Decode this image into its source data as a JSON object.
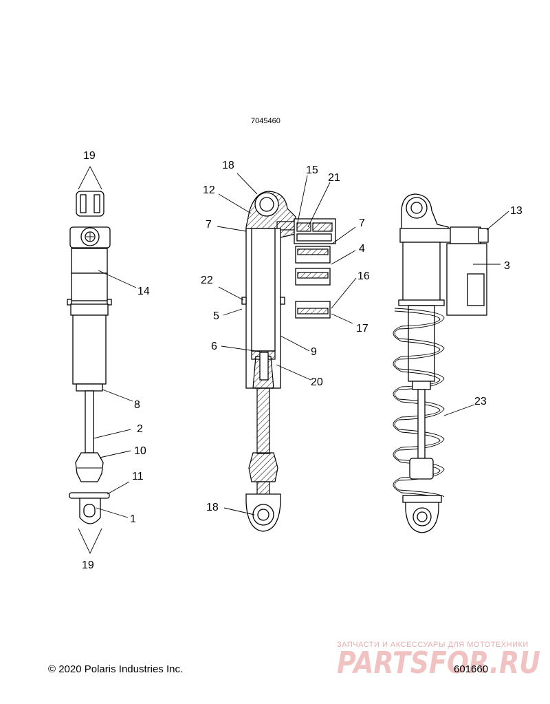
{
  "drawing_number": "7045460",
  "figure_id": "601660",
  "copyright": "© 2020 Polaris Industries Inc.",
  "watermark": {
    "tagline": "ЗАПЧАСТИ И АКСЕССУАРЫ ДЛЯ МОТОТЕХНИКИ",
    "logo_text": "PARTSFOR.RU"
  },
  "callouts": {
    "c19_top": "19",
    "c19_bottom": "19",
    "c14": "14",
    "c8": "8",
    "c2": "2",
    "c10": "10",
    "c11": "11",
    "c1": "1",
    "c18_top": "18",
    "c12": "12",
    "c7_left": "7",
    "c22": "22",
    "c5": "5",
    "c6": "6",
    "c18_bottom": "18",
    "c15": "15",
    "c21": "21",
    "c7_right": "7",
    "c4": "4",
    "c16": "16",
    "c17": "17",
    "c9": "9",
    "c20": "20",
    "c13": "13",
    "c3": "3",
    "c23": "23"
  }
}
